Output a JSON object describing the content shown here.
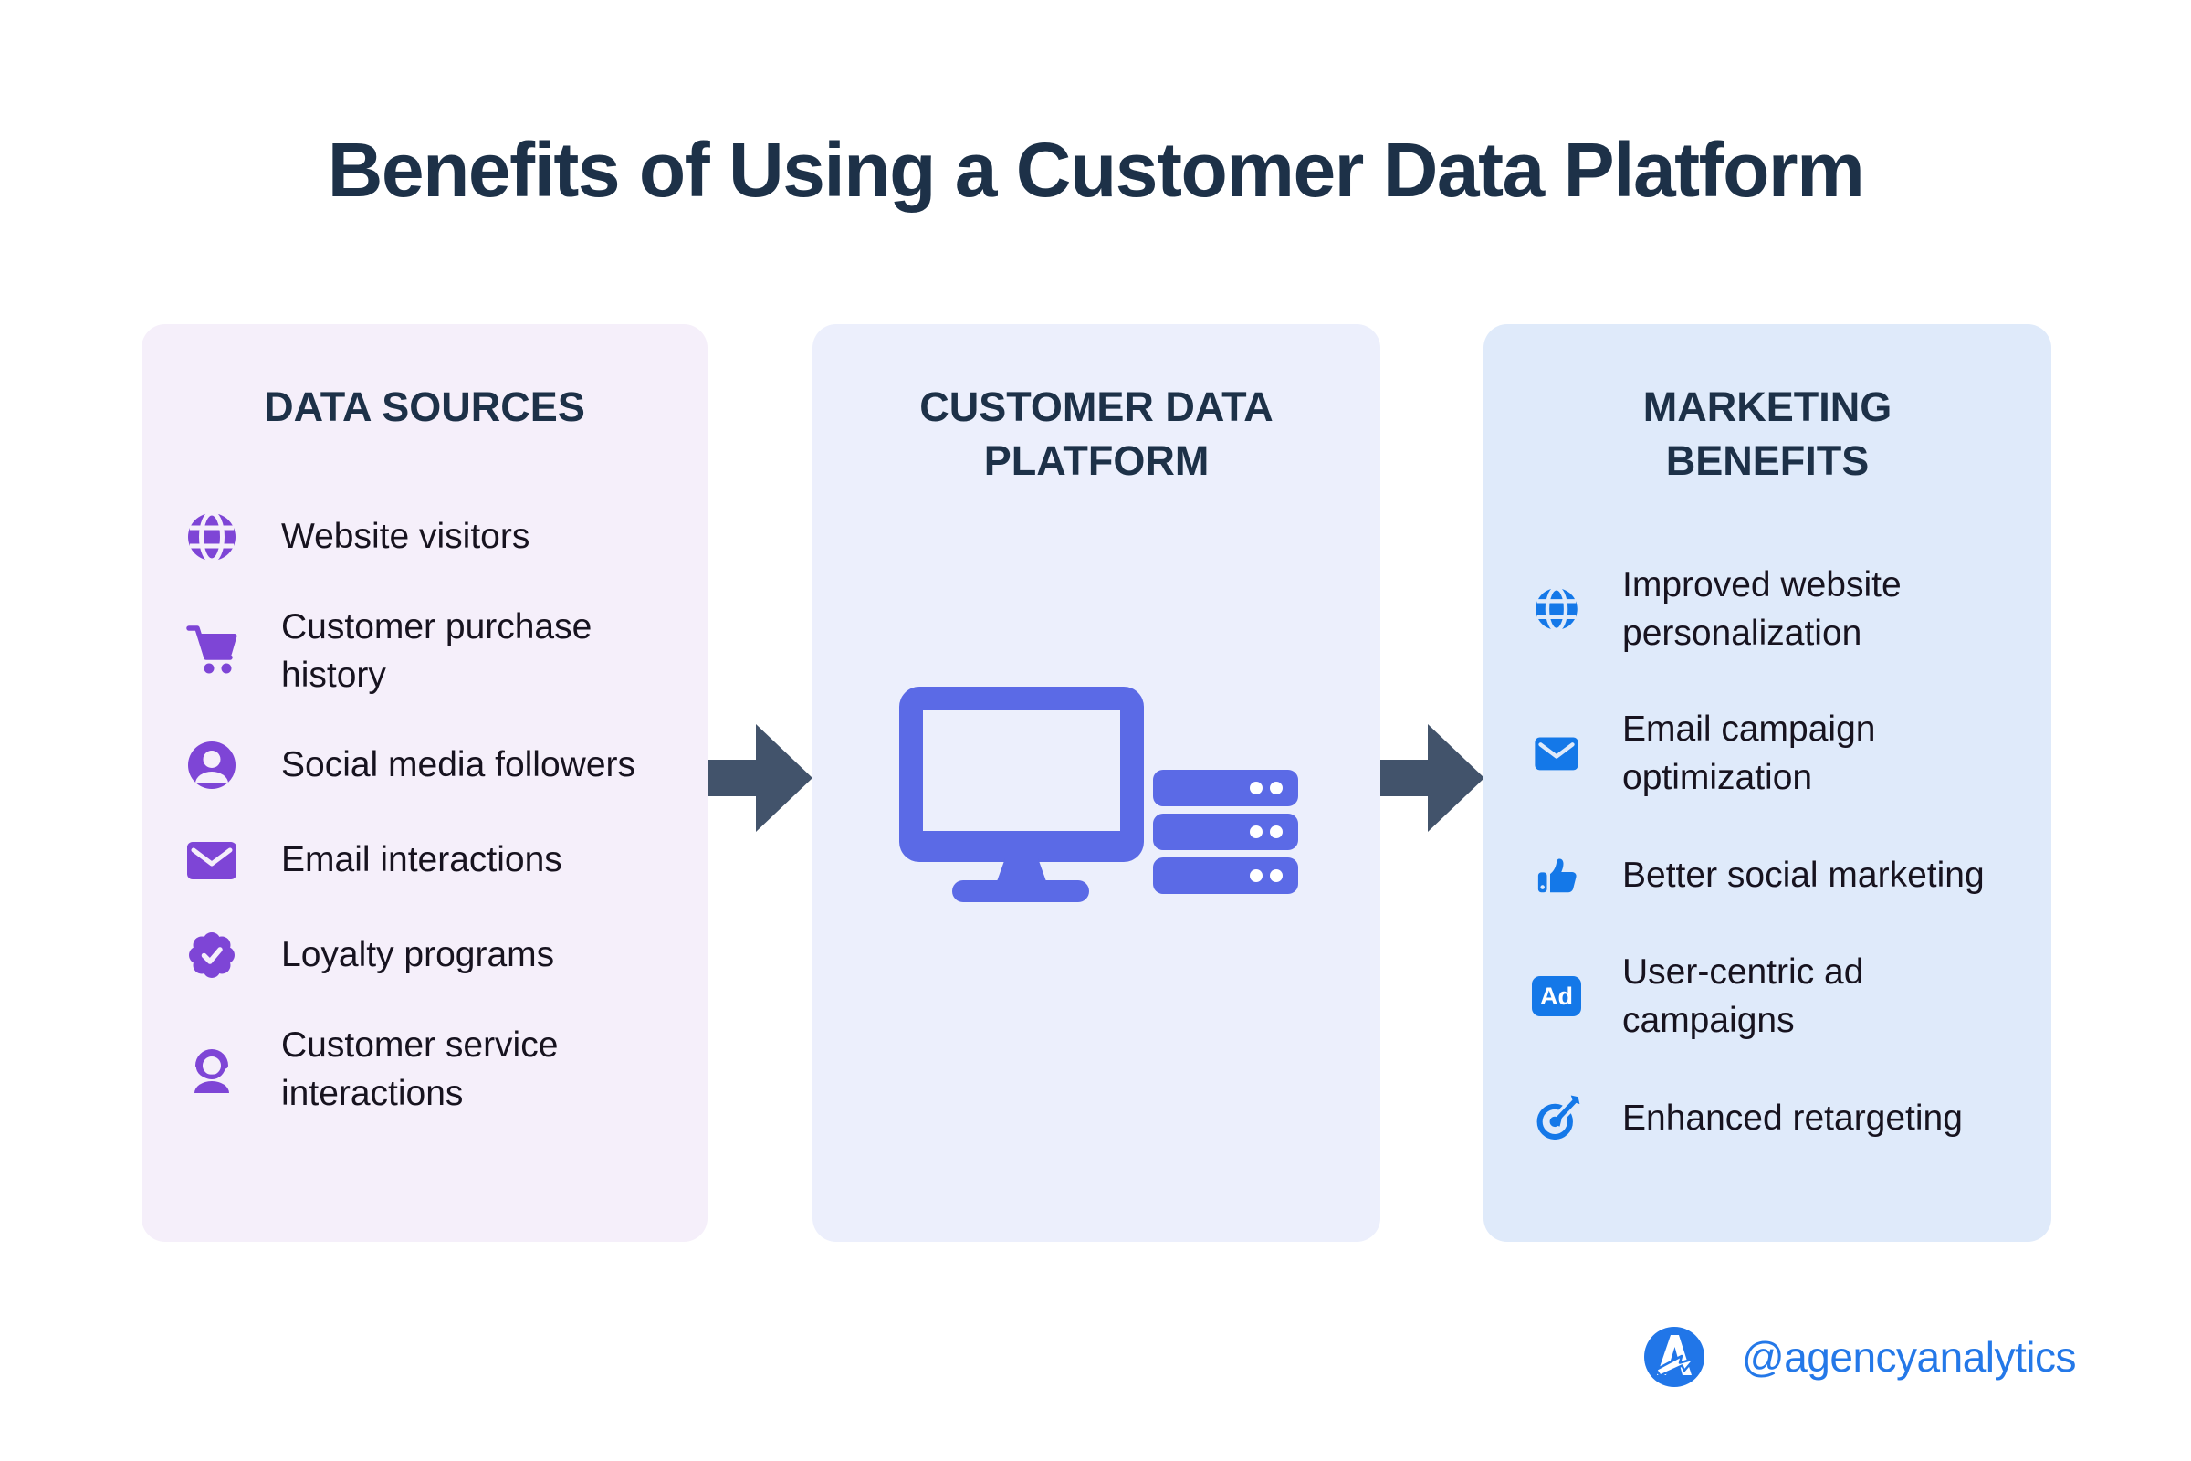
{
  "title": "Benefits of Using a Customer Data Platform",
  "colors": {
    "title_navy": "#1d3148",
    "body_text": "#17131f",
    "panel_left_bg": "#f5effa",
    "panel_mid_bg": "#eceffc",
    "panel_right_bg": "#dfeafa",
    "purple_icon": "#7e45d6",
    "blue_icon": "#1478e8",
    "periwinkle_illustration": "#5b6ae6",
    "arrow_slate": "#42536b",
    "brand_blue": "#2176e8"
  },
  "panels": [
    {
      "header": "DATA SOURCES",
      "items": [
        {
          "icon": "globe-icon",
          "label": "Website visitors"
        },
        {
          "icon": "shopping-cart-icon",
          "label": "Customer purchase history"
        },
        {
          "icon": "person-circle-icon",
          "label": "Social media followers"
        },
        {
          "icon": "envelope-icon",
          "label": "Email interactions"
        },
        {
          "icon": "loyalty-badge-check-icon",
          "label": "Loyalty programs"
        },
        {
          "icon": "headset-agent-icon",
          "label": "Customer service interactions"
        }
      ]
    },
    {
      "header": "CUSTOMER DATA PLATFORM",
      "illustration": "computer-with-server-stack"
    },
    {
      "header": "MARKETING BENEFITS",
      "items": [
        {
          "icon": "globe-icon",
          "label": "Improved website personalization"
        },
        {
          "icon": "envelope-icon",
          "label": "Email campaign optimization"
        },
        {
          "icon": "thumbs-up-icon",
          "label": "Better social marketing"
        },
        {
          "icon": "ad-badge-icon",
          "label": "User-centric ad campaigns",
          "badge_text": "Ad"
        },
        {
          "icon": "target-dart-icon",
          "label": "Enhanced retargeting"
        }
      ]
    }
  ],
  "branding": {
    "logo": "agencyanalytics-logo",
    "handle": "@agencyanalytics"
  }
}
